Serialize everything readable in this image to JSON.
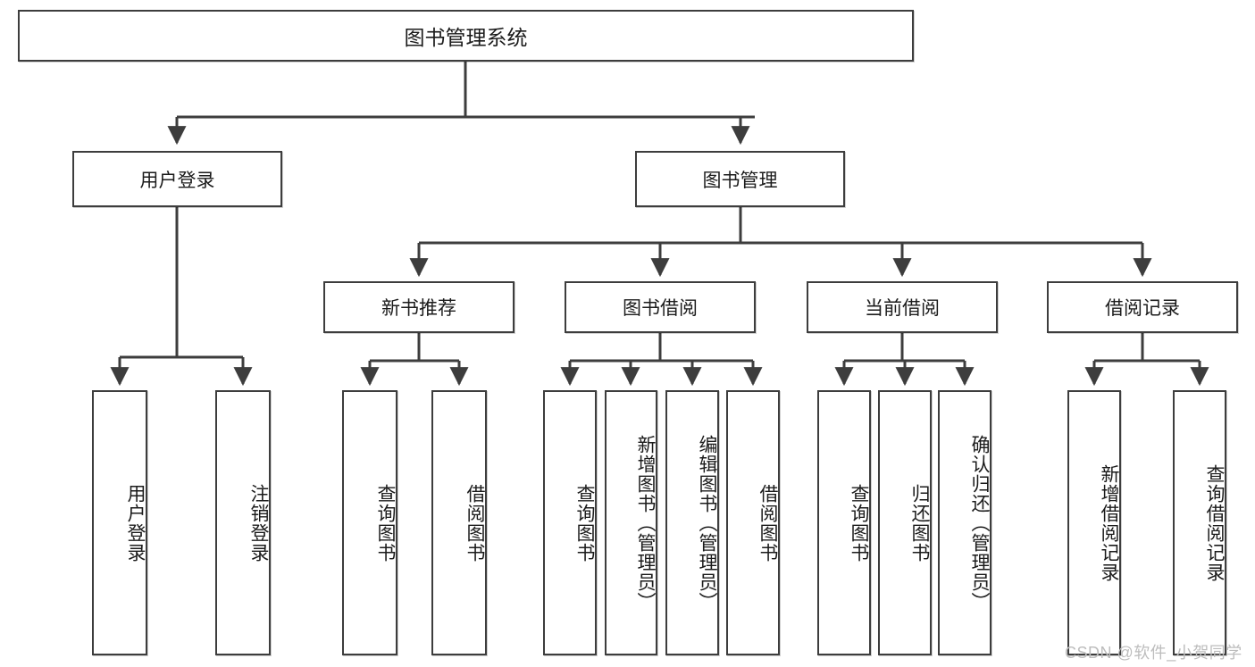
{
  "diagram": {
    "title": "图书管理系统",
    "type": "tree",
    "watermark": "CSDN @软件_小贺同学",
    "nodes": {
      "root": {
        "label": "图书管理系统"
      },
      "level2": [
        {
          "label": "用户登录"
        },
        {
          "label": "图书管理"
        }
      ],
      "level3": [
        {
          "label": "新书推荐"
        },
        {
          "label": "图书借阅"
        },
        {
          "label": "当前借阅"
        },
        {
          "label": "借阅记录"
        }
      ],
      "leaves": {
        "user_login": [
          {
            "label": "用户登录"
          },
          {
            "label": "注销登录"
          }
        ],
        "new_book": [
          {
            "label": "查询图书"
          },
          {
            "label": "借阅图书"
          }
        ],
        "book_borrow": [
          {
            "label": "查询图书"
          },
          {
            "label": "新增图书（管理员）"
          },
          {
            "label": "编辑图书（管理员）"
          },
          {
            "label": "借阅图书"
          }
        ],
        "current_borrow": [
          {
            "label": "查询图书"
          },
          {
            "label": "归还图书"
          },
          {
            "label": "确认归还（管理员）"
          }
        ],
        "borrow_record": [
          {
            "label": "新增借阅记录"
          },
          {
            "label": "查询借阅记录"
          }
        ]
      }
    },
    "colors": {
      "stroke": "#3d3d3d",
      "fill": "#ffffff",
      "text": "#1b1b1b",
      "watermark": "#bdbdbd"
    }
  }
}
